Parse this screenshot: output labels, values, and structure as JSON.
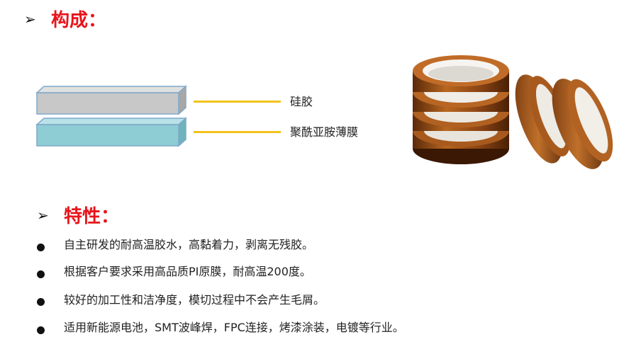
{
  "composition": {
    "title": "构成：",
    "layers": [
      {
        "label": "硅胶",
        "color": "#c8c8c8"
      },
      {
        "label": "聚酰亚胺薄膜",
        "color": "#8ecdd4"
      }
    ]
  },
  "features": {
    "title": "特性：",
    "items": [
      "自主研发的耐高温胶水，高黏着力，剥离无残胶。",
      "根据客户要求采用高品质PI原膜，耐高温200度。",
      "较好的加工性和洁净度，模切过程中不会产生毛屑。",
      "适用新能源电池，SMT波峰焊，FPC连接，烤漆涂装，电镀等行业。"
    ]
  },
  "colors": {
    "heading": "#e8141b",
    "connector": "#f2c21b",
    "tape": "#a85a1e"
  }
}
